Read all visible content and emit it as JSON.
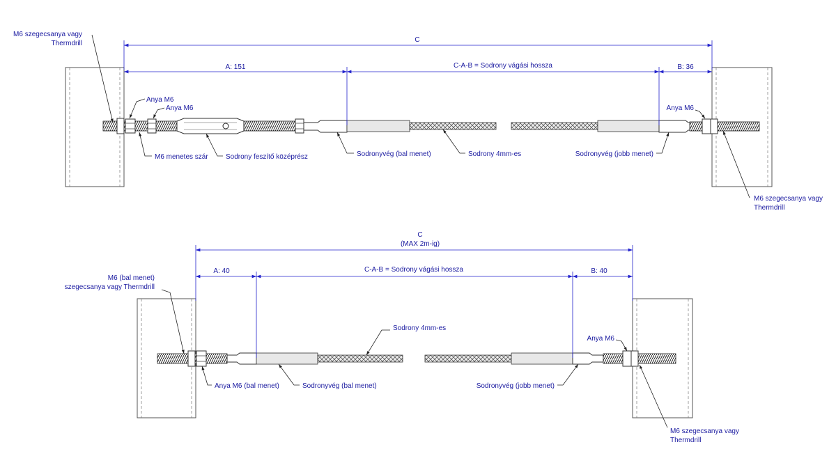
{
  "colors": {
    "dimension": "#2222cc",
    "label": "#1a1aa0",
    "outline": "#333333"
  },
  "top": {
    "dim_c": "C",
    "dim_a": "A: 151",
    "dim_cab": "C-A-B = Sodrony vágási hossza",
    "dim_b": "B: 36",
    "left_rivet_1": "M6 szegecsanya vagy",
    "left_rivet_2": "Thermdrill",
    "nut1": "Anya M6",
    "nut2": "Anya M6",
    "threaded_rod": "M6 menetes szár",
    "turnbuckle_body": "Sodrony feszítő középrész",
    "end_left": "Sodronyvég (bal menet)",
    "wire": "Sodrony 4mm-es",
    "end_right": "Sodronyvég (jobb menet)",
    "nut_right": "Anya M6",
    "right_rivet_1": "M6 szegecsanya vagy",
    "right_rivet_2": "Thermdrill"
  },
  "bottom": {
    "dim_c": "C",
    "dim_c_sub": "(MAX 2m-ig)",
    "dim_a": "A: 40",
    "dim_cab": "C-A-B = Sodrony vágási hossza",
    "dim_b": "B: 40",
    "left_rivet_1": "M6 (bal menet)",
    "left_rivet_2": "szegecsanya vagy Thermdrill",
    "wire": "Sodrony 4mm-es",
    "nut_right": "Anya M6",
    "nut_left": "Anya M6 (bal menet)",
    "end_left": "Sodronyvég (bal menet)",
    "end_right": "Sodronyvég (jobb menet)",
    "right_rivet_1": "M6 szegecsanya vagy",
    "right_rivet_2": "Thermdrill"
  }
}
